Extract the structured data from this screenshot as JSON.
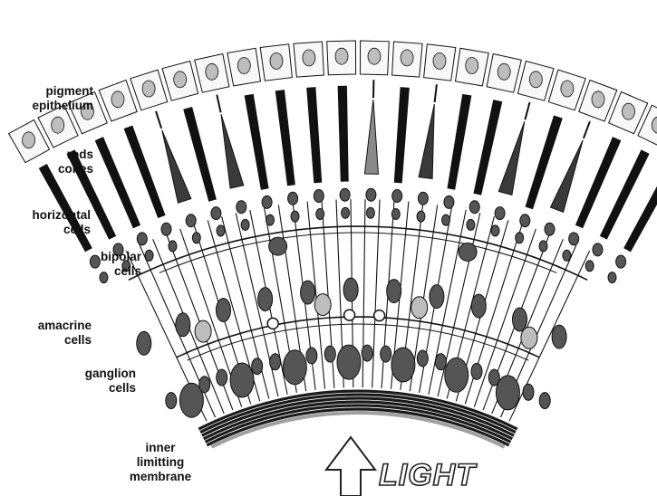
{
  "labels": {
    "pigment": [
      "pigment",
      "epithelium"
    ],
    "rods_cones": [
      "rods",
      "cones"
    ],
    "horizontal": [
      "horizontal",
      "cells"
    ],
    "bipolar": [
      "bipolar",
      "cells"
    ],
    "amacrine": [
      "amacrine",
      "cells"
    ],
    "ganglion": [
      "ganglion",
      "cells"
    ],
    "membrane": [
      "inner",
      "limitting",
      "membrane"
    ]
  },
  "light_label": "LIGHT",
  "colors": {
    "ink": "#111111",
    "cell_fill": "#555555",
    "cone_fill": "#3a3a3a",
    "highlight_cone": "#8a8a8a",
    "nucleus": "#bdbdbd",
    "membrane": "#1a1a1a",
    "membrane_edge": "#a0a0a0"
  },
  "icons": [
    "light-arrow-icon"
  ]
}
